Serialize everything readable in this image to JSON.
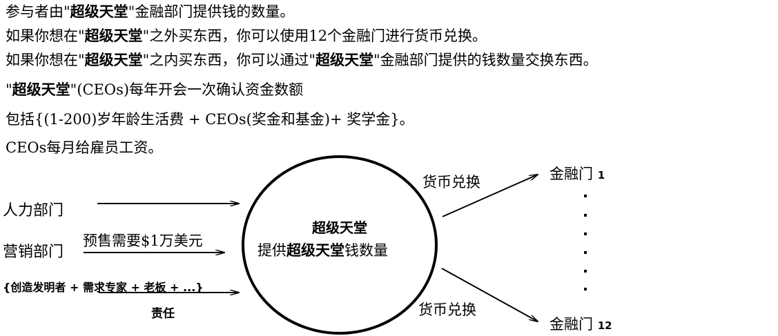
{
  "text": {
    "line1": {
      "q1": "参与者由\"",
      "bold": "超级天堂",
      "q2": "\"金融部门提供钱的数量。"
    },
    "line2": {
      "q1": "如果你想在\"",
      "bold": "超级天堂",
      "q2": "\"之外买东西，你可以使用12个金融门进行货币兑换。"
    },
    "line3": {
      "q1": "如果你想在\"",
      "bold": "超级天堂",
      "q2": "\"之内买东西，你可以通过\"",
      "bold2": "超级天堂",
      "q3": "\"金融部门提供的钱数量交换东西。"
    },
    "line4": {
      "q1": "\"",
      "bold": "超级天堂",
      "q2": "\"(CEOs)每年开会一次确认资金数额"
    },
    "line5": "包括{(1-200)岁年龄生活费 + CEOs(奖金和基金)+ 奖学金}。",
    "line6": "CEOs每月给雇员工资。"
  },
  "diagram": {
    "hr": "人力部门",
    "marketing": "营销部门",
    "presale": "预售需要$1万美元",
    "creators": "{创造发明者 + 需求专家 + 老板 + ...}",
    "responsibility": "责任",
    "circle_title": "超级天堂",
    "circle_sub_prefix": "提供",
    "circle_sub_bold": "超级天堂",
    "circle_sub_suffix": "钱数量",
    "fx_top": "货币兑换",
    "fx_bottom": "货币兑换",
    "fin_label": "金融门",
    "fin_first_num": "1",
    "fin_last_num": "12"
  }
}
